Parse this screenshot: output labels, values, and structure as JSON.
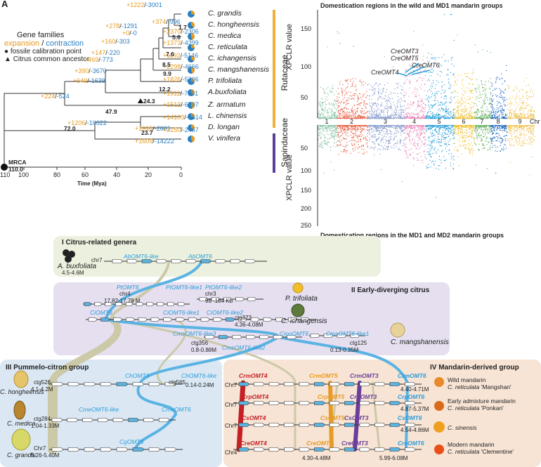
{
  "panel_letter": "A",
  "legend": {
    "title": "Gene families",
    "expansion": "expansion",
    "slash": " / ",
    "contraction": "contraction",
    "fossil": "fossile calibration point",
    "ancestor": "Citrus common ancestor"
  },
  "tree": {
    "species": [
      "C. grandis",
      "C. hongheensis",
      "C. medica",
      "C. reticulata",
      "C. ichangensis",
      "C. mangshanensis",
      "P. trifoliata",
      "A.buxfoliata",
      "Z. armatum",
      "L. chinensis",
      "D. longan",
      "V. vinifera"
    ],
    "tip_changes": [
      [
        "+1222",
        "-3001"
      ],
      [
        "+278",
        "-1291"
      ],
      [
        "+0",
        "-0"
      ],
      [
        "+160",
        "-303"
      ],
      [
        "+147",
        "-220"
      ],
      [
        "+469",
        "-773"
      ],
      [
        "+390",
        "-3670"
      ],
      [
        "+640",
        "-1639"
      ],
      [
        "+224",
        "-524"
      ],
      [
        "+1206",
        "-10622"
      ],
      [
        "+1918",
        "-2601"
      ],
      [
        "+1609",
        "-14222"
      ]
    ],
    "branch_changes": [
      [
        "+374",
        "-996"
      ],
      [
        "+2370",
        "-2306"
      ],
      [
        "+1373",
        "-4399"
      ],
      [
        "+1192",
        "-5146"
      ],
      [
        "+2298",
        "-4666"
      ],
      [
        "+1826",
        "-5306"
      ],
      [
        "+1911",
        "-7151"
      ],
      [
        "+1513",
        "-6797"
      ],
      [
        "+14103",
        "-8514"
      ],
      [
        "+2150",
        "-2467"
      ]
    ],
    "node_ages": [
      "1.7",
      "5.6",
      "7.6",
      "8.5",
      "9.9",
      "12.2",
      "24.3",
      "47.9",
      "72.0",
      "23.7"
    ],
    "mrca": "MRCA",
    "mrca_age": "110.0",
    "axis_ticks": [
      "110",
      "100",
      "80",
      "60",
      "40",
      "20",
      "0"
    ],
    "axis_label": "Time (Mya)",
    "families": [
      "Rutaceae",
      "Sapindaceae"
    ]
  },
  "manhattan": {
    "title_top": "Domestication regions in the wild and MD1 mandarin groups",
    "title_bottom": "Domestication regions in the MD1 and MD2 mandarin groups",
    "ylabel": "XPCLR value",
    "top_ticks": [
      "150",
      "100",
      "50"
    ],
    "bottom_ticks": [
      "50",
      "100",
      "150",
      "200",
      "250"
    ],
    "chromosomes": [
      "1",
      "2",
      "3",
      "4",
      "5",
      "6",
      "7",
      "8",
      "9"
    ],
    "chr_label": "Chr",
    "gene_labels": [
      "CreOMT3",
      "CreOMT5",
      "CreOMT4",
      "CreOMT6"
    ],
    "colors": [
      "#8ec5a6",
      "#e8674b",
      "#8c9fcf",
      "#e88bbb",
      "#2aa0d8",
      "#f2c028",
      "#6bb56a",
      "#2c6fc5",
      "#f0c75e"
    ]
  },
  "synteny": {
    "group1": {
      "title": "I Citrus-related genera",
      "species": "A. buxfoliata",
      "genes": [
        "AbOMT6-like",
        "AbOMT6"
      ],
      "chr": "chr7",
      "range": "4.5-4.6M"
    },
    "group2": {
      "title": "II Early-diverging citrus",
      "species": [
        "P. trifoliata",
        "C. ichangensis",
        "C. mangshanensis"
      ],
      "genes": [
        "PtOMT6",
        "PtOMT6-like1",
        "PtOMT6-like2",
        "CiOMT6",
        "CiOMT6-like1",
        "CiOMT6-like2",
        "CmsOMT6-like3",
        "CmsOMT6",
        "CmsOMT6-like1",
        "CmsOMT6-like2"
      ],
      "chr_labels": [
        "chr4",
        "17.82-17.79 M",
        "chr3",
        "98 -184 Kb",
        "ctg323",
        "4.36-4.08M",
        "ctg356",
        "0.8-0.88M",
        "ctg125",
        "0.13-0.35M"
      ]
    },
    "group3": {
      "title": "III Pummelo-citron group",
      "species": [
        "C. hongheensis",
        "C. medica",
        "C. grandis"
      ],
      "genes": [
        "ChOMT6",
        "ChOMT6-like",
        "CmeOMT6-like",
        "CmeOMT6",
        "CgOMT6"
      ],
      "chr_labels": [
        "ctg526",
        "4.1-4.2M",
        "ctg565",
        "0.14-0.24M",
        "ctg284",
        "1.04-1.33M",
        "Chr7",
        "5.26-5.40M"
      ]
    },
    "group4": {
      "title": "IV Mandarin-derived group",
      "genes_row1": [
        "CrmOMT4",
        "CrmOMT5",
        "CrmOMT3",
        "CrmOMT6"
      ],
      "genes_row2": [
        "CrpOMT4",
        "CrpOMT5",
        "CrpOMT3",
        "CrpOMT6"
      ],
      "genes_row3": [
        "CsOMT4",
        "CsOMT5",
        "CsOMT3",
        "CsOMT6"
      ],
      "genes_row4": [
        "CreOMT4",
        "CreOMT5",
        "CreOMT3",
        "CreOMT6"
      ],
      "chr_labels": [
        "Chr7",
        "Chr7",
        "Chr7",
        "Chr4",
        "4.40-4.71M",
        "4.87-5.37M",
        "4.54-4.86M",
        "4.30-4.48M",
        "5.99-6.08M"
      ],
      "species": [
        {
          "type": "Wild mandarin",
          "name": "C. reticulata",
          "cultivar": "'Mangshan'"
        },
        {
          "type": "Early admixture mandarin",
          "name": "C. reticulata",
          "cultivar": "'Ponkan'"
        },
        {
          "type": "",
          "name": "C. sinensis",
          "cultivar": ""
        },
        {
          "type": "Modern mandarin",
          "name": "C. reticulata",
          "cultivar": "'Clementine'"
        }
      ]
    }
  }
}
